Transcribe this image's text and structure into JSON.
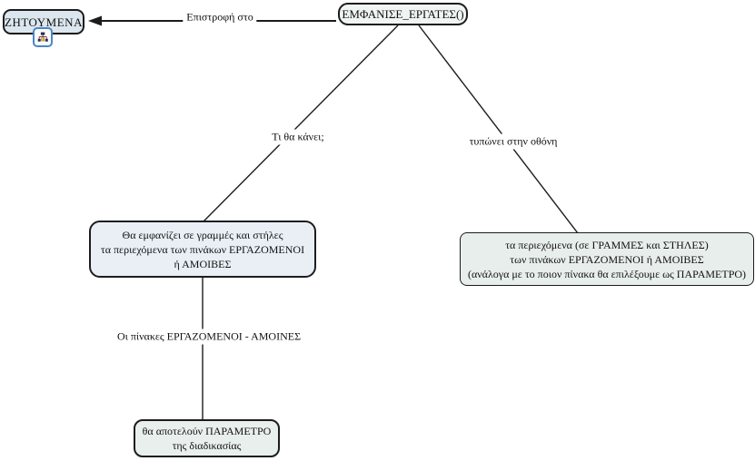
{
  "diagram": {
    "background_color": "#ffffff",
    "line_color": "#1c1c1c",
    "nodes": {
      "zitoumena": {
        "label": "ΖΗΤΟΥΜΕΝΑ",
        "fill": "#dce6ee"
      },
      "emfanise": {
        "label": "ΕΜΦΑΝΙΣΕ_ΕΡΓΑΤΕΣ()",
        "fill": "#f0f4f2"
      },
      "describe": {
        "lines": [
          "Θα εμφανίζει σε γραμμές και στήλες",
          "τα περιεχόμενα των πινάκων ΕΡΓΑΖΟΜΕΝΟΙ",
          "ή ΑΜΟΙΒΕΣ"
        ],
        "fill": "#e9eff5"
      },
      "output": {
        "lines": [
          "τα περιεχόμενα (σε ΓΡΑΜΜΕΣ και ΣΤΗΛΕΣ)",
          "των πινάκων ΕΡΓΑΖΟΜΕΝΟΙ ή ΑΜΟΙΒΕΣ",
          "(ανάλογα με το ποιον πίνακα θα επιλέξουμε ως ΠΑΡΑΜΕΤΡΟ)"
        ],
        "fill": "#e8eeec"
      },
      "parameter": {
        "lines": [
          "θα αποτελούν ΠΑΡΑΜΕΤΡΟ",
          "της διαδικασίας"
        ],
        "fill": "#e9efec"
      }
    },
    "edge_labels": {
      "return_to": "Επιστροφή στο",
      "what": "Τι θα κάνει;",
      "print": "τυπώνει στην οθόνη",
      "tables": "Οι πίνακες ΕΡΓΑΖΟΜΕΝΟΙ - ΑΜΟΙΝΕΣ"
    },
    "icons": {
      "subdiagram": "hierarchy-chart-icon",
      "arrowhead": "left-arrowhead"
    },
    "icon_colors": {
      "border": "#4a86c8",
      "node_navy": "#1c2b6b",
      "node_gold": "#e8b93c",
      "link_red": "#8a1f1f"
    }
  }
}
